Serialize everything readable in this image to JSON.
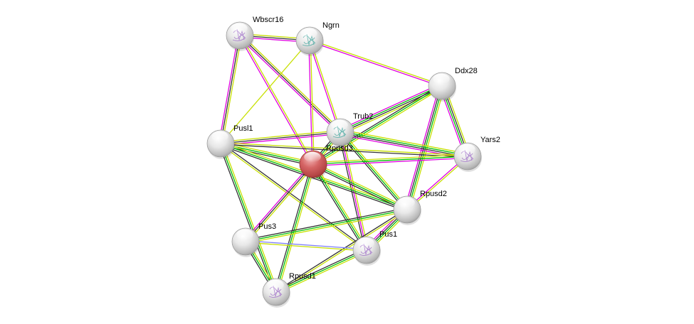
{
  "title": "Protein interaction network around Rpusd3",
  "edge_colors": {
    "textmining": "#c7e000",
    "experiments": "#e000e0",
    "coexpression": "#333333",
    "database": "#00c000",
    "homology": "#8080ff"
  },
  "query_color": "#d45a5a",
  "nodes": [
    {
      "id": "Rpusd3",
      "label": "Rpusd3",
      "query": true,
      "structure": false
    },
    {
      "id": "Wbscr16",
      "label": "Wbscr16",
      "query": false,
      "structure": true
    },
    {
      "id": "Ngrn",
      "label": "Ngrn",
      "query": false,
      "structure": true
    },
    {
      "id": "Ddx28",
      "label": "Ddx28",
      "query": false,
      "structure": false
    },
    {
      "id": "Trub2",
      "label": "Trub2",
      "query": false,
      "structure": true
    },
    {
      "id": "Pusl1",
      "label": "Pusl1",
      "query": false,
      "structure": false
    },
    {
      "id": "Yars2",
      "label": "Yars2",
      "query": false,
      "structure": true
    },
    {
      "id": "Rpusd2",
      "label": "Rpusd2",
      "query": false,
      "structure": false
    },
    {
      "id": "Pus3",
      "label": "Pus3",
      "query": false,
      "structure": false
    },
    {
      "id": "Pus1",
      "label": "Pus1",
      "query": false,
      "structure": true
    },
    {
      "id": "Rpusd1",
      "label": "Rpusd1",
      "query": false,
      "structure": true
    }
  ],
  "edges": [
    {
      "a": "Wbscr16",
      "b": "Ngrn",
      "types": [
        "textmining",
        "coexpression",
        "experiments"
      ]
    },
    {
      "a": "Wbscr16",
      "b": "Pusl1",
      "types": [
        "textmining",
        "coexpression",
        "experiments"
      ]
    },
    {
      "a": "Wbscr16",
      "b": "Rpusd3",
      "types": [
        "textmining",
        "experiments"
      ]
    },
    {
      "a": "Wbscr16",
      "b": "Trub2",
      "types": [
        "textmining",
        "coexpression",
        "experiments"
      ]
    },
    {
      "a": "Ngrn",
      "b": "Pusl1",
      "types": [
        "textmining"
      ]
    },
    {
      "a": "Ngrn",
      "b": "Rpusd3",
      "types": [
        "textmining",
        "experiments"
      ]
    },
    {
      "a": "Ngrn",
      "b": "Trub2",
      "types": [
        "textmining",
        "experiments"
      ]
    },
    {
      "a": "Ngrn",
      "b": "Ddx28",
      "types": [
        "textmining",
        "experiments"
      ]
    },
    {
      "a": "Ddx28",
      "b": "Trub2",
      "types": [
        "textmining",
        "coexpression",
        "database",
        "experiments"
      ]
    },
    {
      "a": "Ddx28",
      "b": "Rpusd3",
      "types": [
        "textmining",
        "database",
        "coexpression"
      ]
    },
    {
      "a": "Ddx28",
      "b": "Yars2",
      "types": [
        "textmining",
        "coexpression",
        "database",
        "experiments"
      ]
    },
    {
      "a": "Ddx28",
      "b": "Rpusd2",
      "types": [
        "textmining",
        "database",
        "coexpression",
        "experiments"
      ]
    },
    {
      "a": "Trub2",
      "b": "Pusl1",
      "types": [
        "experiments",
        "coexpression",
        "textmining"
      ]
    },
    {
      "a": "Trub2",
      "b": "Rpusd3",
      "types": [
        "textmining",
        "database",
        "coexpression"
      ]
    },
    {
      "a": "Trub2",
      "b": "Yars2",
      "types": [
        "textmining",
        "database",
        "coexpression",
        "experiments"
      ]
    },
    {
      "a": "Trub2",
      "b": "Rpusd2",
      "types": [
        "textmining",
        "database",
        "coexpression"
      ]
    },
    {
      "a": "Trub2",
      "b": "Pus1",
      "types": [
        "textmining",
        "experiments",
        "coexpression"
      ]
    },
    {
      "a": "Pusl1",
      "b": "Rpusd3",
      "types": [
        "textmining",
        "database",
        "coexpression"
      ]
    },
    {
      "a": "Pusl1",
      "b": "Yars2",
      "types": [
        "textmining",
        "coexpression"
      ]
    },
    {
      "a": "Pusl1",
      "b": "Rpusd2",
      "types": [
        "textmining",
        "database",
        "coexpression"
      ]
    },
    {
      "a": "Pusl1",
      "b": "Pus1",
      "types": [
        "coexpression",
        "textmining"
      ]
    },
    {
      "a": "Pusl1",
      "b": "Rpusd1",
      "types": [
        "textmining",
        "database",
        "coexpression"
      ]
    },
    {
      "a": "Rpusd3",
      "b": "Yars2",
      "types": [
        "textmining",
        "database",
        "experiments"
      ]
    },
    {
      "a": "Rpusd3",
      "b": "Rpusd2",
      "types": [
        "textmining",
        "database",
        "coexpression"
      ]
    },
    {
      "a": "Rpusd3",
      "b": "Pus3",
      "types": [
        "textmining",
        "coexpression",
        "experiments"
      ]
    },
    {
      "a": "Rpusd3",
      "b": "Pus1",
      "types": [
        "textmining",
        "database",
        "coexpression"
      ]
    },
    {
      "a": "Rpusd3",
      "b": "Rpusd1",
      "types": [
        "textmining",
        "database",
        "coexpression"
      ]
    },
    {
      "a": "Yars2",
      "b": "Rpusd2",
      "types": [
        "textmining",
        "experiments"
      ]
    },
    {
      "a": "Rpusd2",
      "b": "Pus3",
      "types": [
        "textmining",
        "database",
        "coexpression"
      ]
    },
    {
      "a": "Rpusd2",
      "b": "Pus1",
      "types": [
        "textmining",
        "database",
        "coexpression",
        "experiments"
      ]
    },
    {
      "a": "Rpusd2",
      "b": "Rpusd1",
      "types": [
        "textmining",
        "coexpression"
      ]
    },
    {
      "a": "Pus3",
      "b": "Pus1",
      "types": [
        "homology",
        "textmining"
      ]
    },
    {
      "a": "Pus3",
      "b": "Rpusd1",
      "types": [
        "textmining",
        "database",
        "coexpression"
      ]
    },
    {
      "a": "Pus1",
      "b": "Rpusd1",
      "types": [
        "textmining",
        "database",
        "coexpression"
      ]
    }
  ]
}
